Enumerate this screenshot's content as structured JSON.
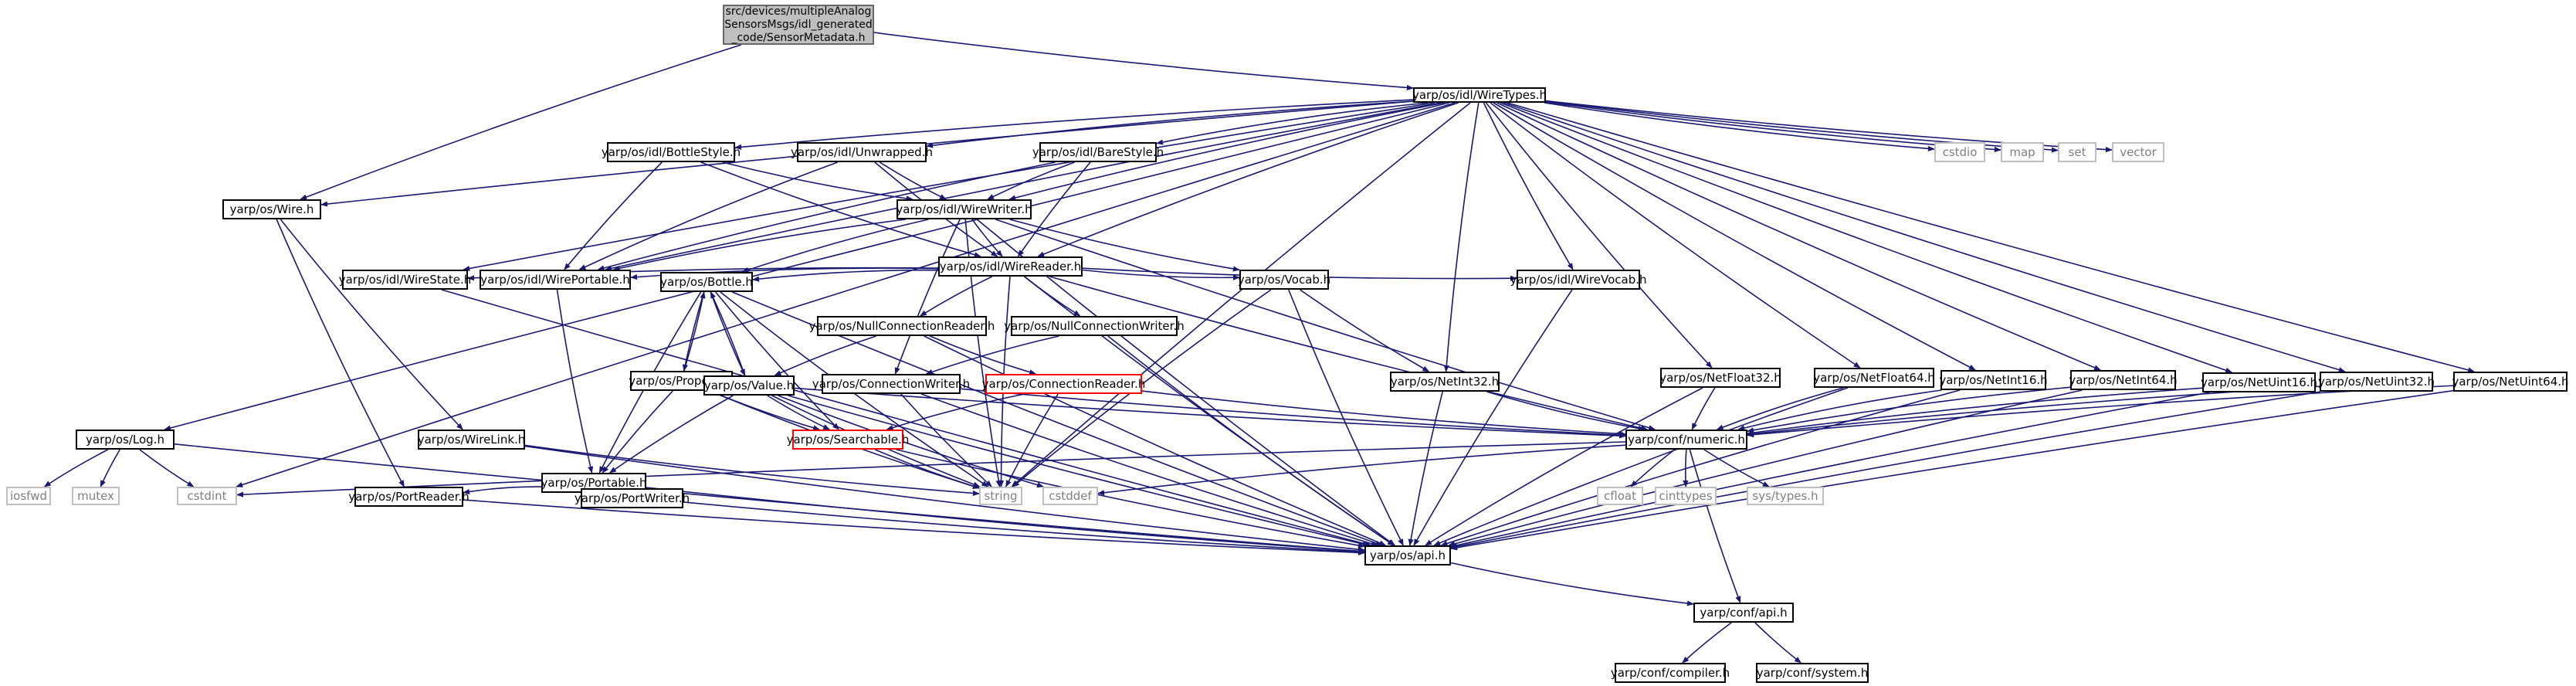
{
  "root": {
    "lines": [
      "src/devices/multipleAnalog",
      "SensorsMsgs/idl_generated",
      "_code/SensorMetadata.h"
    ]
  },
  "nodes": [
    {
      "id": "wiretypes",
      "label": "yarp/os/idl/WireTypes.h"
    },
    {
      "id": "wire",
      "label": "yarp/os/Wire.h"
    },
    {
      "id": "log",
      "label": "yarp/os/Log.h"
    },
    {
      "id": "cstdint",
      "label": "cstdint",
      "ext": true
    },
    {
      "id": "wirestate",
      "label": "yarp/os/idl/WireState.h"
    },
    {
      "id": "wireportable",
      "label": "yarp/os/idl/WirePortable.h"
    },
    {
      "id": "bottlestyle",
      "label": "yarp/os/idl/BottleStyle.h"
    },
    {
      "id": "unwrapped",
      "label": "yarp/os/idl/Unwrapped.h"
    },
    {
      "id": "barestyle",
      "label": "yarp/os/idl/BareStyle.h"
    },
    {
      "id": "wirewriter",
      "label": "yarp/os/idl/WireWriter.h"
    },
    {
      "id": "wirereader",
      "label": "yarp/os/idl/WireReader.h"
    },
    {
      "id": "bottle",
      "label": "yarp/os/Bottle.h"
    },
    {
      "id": "nullconnreader",
      "label": "yarp/os/NullConnectionReader.h"
    },
    {
      "id": "nullconnwriter",
      "label": "yarp/os/NullConnectionWriter.h"
    },
    {
      "id": "vocab",
      "label": "yarp/os/Vocab.h"
    },
    {
      "id": "wirevocab",
      "label": "yarp/os/idl/WireVocab.h"
    },
    {
      "id": "cstdio",
      "label": "cstdio",
      "ext": true
    },
    {
      "id": "map",
      "label": "map",
      "ext": true
    },
    {
      "id": "set",
      "label": "set",
      "ext": true
    },
    {
      "id": "vector",
      "label": "vector",
      "ext": true
    },
    {
      "id": "property",
      "label": "yarp/os/Property.h"
    },
    {
      "id": "value",
      "label": "yarp/os/Value.h"
    },
    {
      "id": "connwriter",
      "label": "yarp/os/ConnectionWriter.h"
    },
    {
      "id": "connreader",
      "label": "yarp/os/ConnectionReader.h",
      "red": true
    },
    {
      "id": "netint32",
      "label": "yarp/os/NetInt32.h"
    },
    {
      "id": "netfloat32",
      "label": "yarp/os/NetFloat32.h"
    },
    {
      "id": "netfloat64",
      "label": "yarp/os/NetFloat64.h"
    },
    {
      "id": "netint16",
      "label": "yarp/os/NetInt16.h"
    },
    {
      "id": "netint64",
      "label": "yarp/os/NetInt64.h"
    },
    {
      "id": "netuint16",
      "label": "yarp/os/NetUint16.h"
    },
    {
      "id": "netuint32",
      "label": "yarp/os/NetUint32.h"
    },
    {
      "id": "netuint64",
      "label": "yarp/os/NetUint64.h"
    },
    {
      "id": "wirelink",
      "label": "yarp/os/WireLink.h"
    },
    {
      "id": "portable",
      "label": "yarp/os/Portable.h"
    },
    {
      "id": "searchable",
      "label": "yarp/os/Searchable.h",
      "red": true
    },
    {
      "id": "numeric",
      "label": "yarp/conf/numeric.h"
    },
    {
      "id": "iosfwd",
      "label": "iosfwd",
      "ext": true
    },
    {
      "id": "mutex",
      "label": "mutex",
      "ext": true
    },
    {
      "id": "portreader",
      "label": "yarp/os/PortReader.h"
    },
    {
      "id": "portwriter",
      "label": "yarp/os/PortWriter.h"
    },
    {
      "id": "string",
      "label": "string",
      "ext": true
    },
    {
      "id": "cstddef",
      "label": "cstddef",
      "ext": true
    },
    {
      "id": "cfloat",
      "label": "cfloat",
      "ext": true
    },
    {
      "id": "cinttypes",
      "label": "cinttypes",
      "ext": true
    },
    {
      "id": "systypes",
      "label": "sys/types.h",
      "ext": true
    },
    {
      "id": "api",
      "label": "yarp/os/api.h"
    },
    {
      "id": "confapi",
      "label": "yarp/conf/api.h"
    },
    {
      "id": "compiler",
      "label": "yarp/conf/compiler.h"
    },
    {
      "id": "system",
      "label": "yarp/conf/system.h"
    }
  ],
  "edges": [
    [
      "root",
      "wiretypes"
    ],
    [
      "root",
      "wire"
    ],
    [
      "wiretypes",
      "log"
    ],
    [
      "wiretypes",
      "cstdint"
    ],
    [
      "wiretypes",
      "wire"
    ],
    [
      "wiretypes",
      "wirestate"
    ],
    [
      "wiretypes",
      "wireportable"
    ],
    [
      "wiretypes",
      "bottlestyle"
    ],
    [
      "wiretypes",
      "unwrapped"
    ],
    [
      "wiretypes",
      "barestyle"
    ],
    [
      "wiretypes",
      "wirewriter"
    ],
    [
      "wiretypes",
      "wirereader"
    ],
    [
      "wiretypes",
      "wirevocab"
    ],
    [
      "wiretypes",
      "netint32"
    ],
    [
      "wiretypes",
      "netfloat32"
    ],
    [
      "wiretypes",
      "netfloat64"
    ],
    [
      "wiretypes",
      "netint16"
    ],
    [
      "wiretypes",
      "netint64"
    ],
    [
      "wiretypes",
      "netuint16"
    ],
    [
      "wiretypes",
      "netuint32"
    ],
    [
      "wiretypes",
      "netuint64"
    ],
    [
      "wiretypes",
      "cstdio"
    ],
    [
      "wiretypes",
      "map"
    ],
    [
      "wiretypes",
      "set"
    ],
    [
      "wiretypes",
      "vector"
    ],
    [
      "wiretypes",
      "string"
    ],
    [
      "wire",
      "wirelink"
    ],
    [
      "wire",
      "portreader"
    ],
    [
      "log",
      "iosfwd"
    ],
    [
      "log",
      "mutex"
    ],
    [
      "log",
      "cstdint"
    ],
    [
      "log",
      "api"
    ],
    [
      "bottlestyle",
      "wirewriter"
    ],
    [
      "bottlestyle",
      "wirereader"
    ],
    [
      "bottlestyle",
      "wireportable"
    ],
    [
      "unwrapped",
      "wirewriter"
    ],
    [
      "unwrapped",
      "wirereader"
    ],
    [
      "unwrapped",
      "wireportable"
    ],
    [
      "barestyle",
      "wirewriter"
    ],
    [
      "barestyle",
      "wirereader"
    ],
    [
      "barestyle",
      "wireportable"
    ],
    [
      "wirewriter",
      "wirereader"
    ],
    [
      "wirewriter",
      "wireportable"
    ],
    [
      "wirewriter",
      "bottle"
    ],
    [
      "wirewriter",
      "vocab"
    ],
    [
      "wirewriter",
      "connwriter"
    ],
    [
      "wirewriter",
      "numeric"
    ],
    [
      "wirewriter",
      "string"
    ],
    [
      "wirewriter",
      "api"
    ],
    [
      "wirereader",
      "wireportable"
    ],
    [
      "wirereader",
      "wirestate"
    ],
    [
      "wirereader",
      "bottle"
    ],
    [
      "wirereader",
      "nullconnreader"
    ],
    [
      "wirereader",
      "nullconnwriter"
    ],
    [
      "wirereader",
      "vocab"
    ],
    [
      "wirereader",
      "wirevocab"
    ],
    [
      "wirereader",
      "numeric"
    ],
    [
      "wirereader",
      "string"
    ],
    [
      "wirereader",
      "api"
    ],
    [
      "wireportable",
      "portable"
    ],
    [
      "wirestate",
      "api"
    ],
    [
      "bottle",
      "property"
    ],
    [
      "bottle",
      "value"
    ],
    [
      "bottle",
      "portable"
    ],
    [
      "bottle",
      "searchable"
    ],
    [
      "bottle",
      "string"
    ],
    [
      "bottle",
      "api"
    ],
    [
      "property",
      "bottle"
    ],
    [
      "property",
      "portable"
    ],
    [
      "property",
      "searchable"
    ],
    [
      "property",
      "string"
    ],
    [
      "value",
      "bottle"
    ],
    [
      "value",
      "portable"
    ],
    [
      "value",
      "searchable"
    ],
    [
      "value",
      "numeric"
    ],
    [
      "value",
      "string"
    ],
    [
      "value",
      "cstddef"
    ],
    [
      "value",
      "api"
    ],
    [
      "nullconnreader",
      "value"
    ],
    [
      "nullconnreader",
      "connreader"
    ],
    [
      "nullconnreader",
      "api"
    ],
    [
      "nullconnwriter",
      "connwriter"
    ],
    [
      "nullconnwriter",
      "api"
    ],
    [
      "connwriter",
      "string"
    ],
    [
      "connwriter",
      "api"
    ],
    [
      "connwriter",
      "numeric"
    ],
    [
      "connreader",
      "searchable"
    ],
    [
      "connreader",
      "string"
    ],
    [
      "connreader",
      "numeric"
    ],
    [
      "vocab",
      "netint32"
    ],
    [
      "vocab",
      "string"
    ],
    [
      "vocab",
      "api"
    ],
    [
      "wirevocab",
      "api"
    ],
    [
      "netint32",
      "numeric"
    ],
    [
      "netint32",
      "api"
    ],
    [
      "netfloat32",
      "numeric"
    ],
    [
      "netfloat32",
      "api"
    ],
    [
      "netfloat64",
      "numeric"
    ],
    [
      "netfloat64",
      "api"
    ],
    [
      "netint16",
      "numeric"
    ],
    [
      "netint16",
      "api"
    ],
    [
      "netint64",
      "numeric"
    ],
    [
      "netint64",
      "api"
    ],
    [
      "netuint16",
      "numeric"
    ],
    [
      "netuint16",
      "api"
    ],
    [
      "netuint32",
      "numeric"
    ],
    [
      "netuint32",
      "api"
    ],
    [
      "netuint64",
      "numeric"
    ],
    [
      "netuint64",
      "api"
    ],
    [
      "wirelink",
      "string"
    ],
    [
      "wirelink",
      "api"
    ],
    [
      "portable",
      "portreader"
    ],
    [
      "portable",
      "portwriter"
    ],
    [
      "portable",
      "api"
    ],
    [
      "searchable",
      "string"
    ],
    [
      "searchable",
      "api"
    ],
    [
      "portreader",
      "api"
    ],
    [
      "portwriter",
      "api"
    ],
    [
      "numeric",
      "cstdint"
    ],
    [
      "numeric",
      "cstddef"
    ],
    [
      "numeric",
      "cfloat"
    ],
    [
      "numeric",
      "cinttypes"
    ],
    [
      "numeric",
      "systypes"
    ],
    [
      "numeric",
      "confapi"
    ],
    [
      "api",
      "confapi"
    ],
    [
      "confapi",
      "compiler"
    ],
    [
      "confapi",
      "system"
    ]
  ]
}
